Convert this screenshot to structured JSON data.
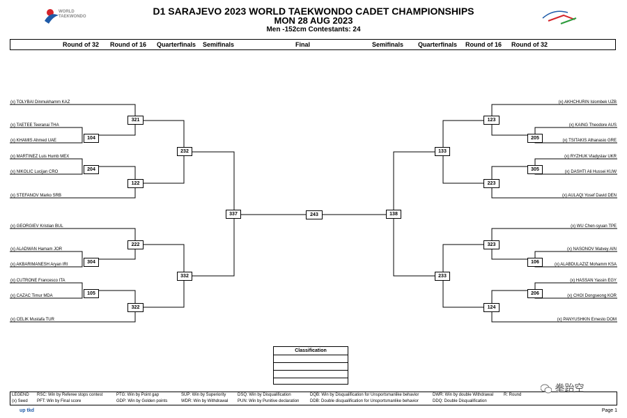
{
  "header": {
    "title": "D1 SARAJEVO 2023 WORLD TAEKWONDO CADET CHAMPIONSHIPS",
    "date": "MON 28 AUG 2023",
    "category": "Men -152cm Contestants: 24",
    "logo_left_text": [
      "WORLD",
      "TAEKWONDO"
    ]
  },
  "rounds_left": [
    "Round of 32",
    "Round of 16",
    "Quarterfinals",
    "Semifinals"
  ],
  "round_final": "Final",
  "rounds_right": [
    "Semifinals",
    "Quarterfinals",
    "Round of 16",
    "Round of 32"
  ],
  "players_left": [
    "(x) TOLYBAI Dinmukhamm KAZ",
    "(x) TAETEE Teeranai THA",
    "(x) KHAMIS Ahmed UAE",
    "(x) MARTINEZ Luis Humb MEX",
    "(x) NIKOLIC Lucijan CRO",
    "(x) STEFANOV Marko SRB",
    "(x) GEORGIEV Kristian BUL",
    "(x) ALADWAN Hamam JOR",
    "(x) AKBARIMANESH Aryan IRI",
    "(x) CUTRONE Francesco ITA",
    "(x) CAZAC Timur MDA",
    "(x) CELIK Mustafa TUR"
  ],
  "players_right": [
    "(x) AKHCHURIN Islombek UZB",
    "(x) KAING Theodore AUS",
    "(x) TSITAKIS Athanasio GRE",
    "(x) RYZHUK Vladyslav UKR",
    "(x) DASHTI Ali Hussei KUW",
    "(x) AULAQI Yosef David DEN",
    "(x) WU Chen-syuan TPE",
    "(x) NASONOV Matvey AIN",
    "(x) ALABDULAZIZ Mohamm KSA",
    "(x) HASSAN Yassin EGY",
    "(x) CHOI Dongseong KOR",
    "(x) PANYUSHKIN Ernesto DOM"
  ],
  "matches": {
    "m104": "104",
    "m204": "204",
    "m304": "304",
    "m105": "105",
    "m321": "321",
    "m122": "122",
    "m222": "222",
    "m322": "322",
    "m232": "232",
    "m332": "332",
    "m337": "337",
    "m243": "243",
    "m138": "138",
    "m133": "133",
    "m233": "233",
    "m123": "123",
    "m223": "223",
    "m323": "323",
    "m124": "124",
    "m205": "205",
    "m305": "305",
    "m106": "106",
    "m206": "206"
  },
  "classification": {
    "title": "Classification"
  },
  "legend": {
    "r1": [
      "LEGEND",
      "RSC: Win by Referee stops contest",
      "PTG: Win by Point gap",
      "SUP: Win by Superiority",
      "DSQ: Win by Disqualification",
      "DQB: Win by Disqualification for Unsportsmanlike behavior",
      "DWR: Win by double Withdrawal",
      "R: Round"
    ],
    "r2": [
      "(x) Seed",
      "PFT: Win by Final score",
      "GDP: Win by Golden points",
      "WDR: Win by Withdrawal",
      "PUN: Win by Punitive declaration",
      "DDB: Double disqualification for Unsportsmanlike behavior",
      "DDQ: Double Disqualification"
    ]
  },
  "footer": {
    "brand": "up tkd",
    "page": "Page 1",
    "watermark": "拳跆空"
  },
  "colors": {
    "logo_red": "#d4232a",
    "logo_blue": "#1e5aa8",
    "logo_green": "#2a9a3a"
  }
}
